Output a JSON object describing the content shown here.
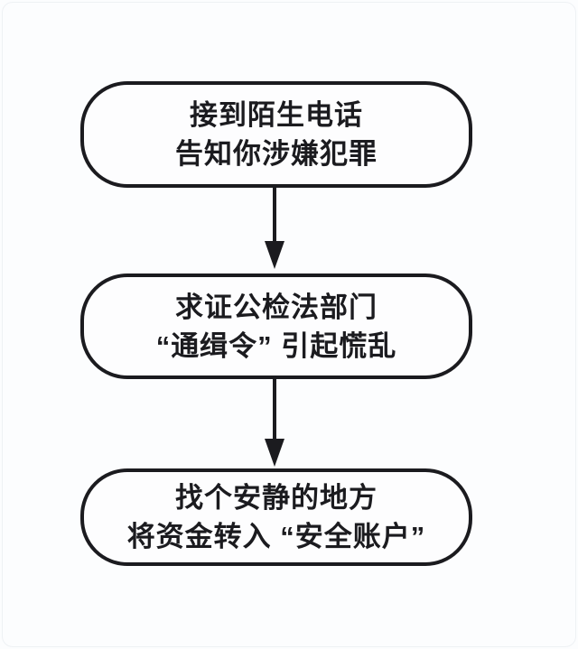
{
  "flowchart": {
    "title": "telecom-fraud-process-flow",
    "colors": {
      "stroke": "#1b1b1f",
      "text": "#1b1b1f",
      "node_background": "#fdfdfe",
      "canvas_background": "#fcfdfe"
    },
    "nodes": [
      {
        "id": "step-1",
        "lines": [
          "接到陌生电话",
          "告知你涉嫌犯罪"
        ]
      },
      {
        "id": "step-2",
        "lines": [
          "求证公检法部门",
          "“通缉令” 引起慌乱"
        ]
      },
      {
        "id": "step-3",
        "lines": [
          "找个安静的地方",
          "将资金转入 “安全账户”"
        ]
      }
    ],
    "connectors": [
      {
        "from": "step-1",
        "to": "step-2",
        "direction": "down"
      },
      {
        "from": "step-2",
        "to": "step-3",
        "direction": "down"
      }
    ]
  }
}
